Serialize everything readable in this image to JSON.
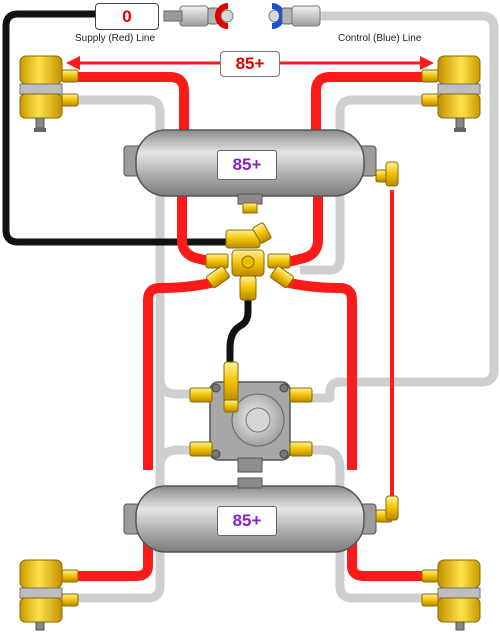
{
  "readouts": {
    "supply_value": "0",
    "line_pressure": "85+"
  },
  "labels": {
    "supply_line": "Supply (Red) Line",
    "control_line": "Control (Blue) Line"
  },
  "tanks": {
    "upper_pressure": "85+",
    "lower_pressure": "85+"
  },
  "colors": {
    "supply_line": "#ff1a1a",
    "control_line": "#d0d0d0",
    "black_line": "#111111",
    "brake_chamber": "#f4c400",
    "tank_body": "#b8b8b8",
    "pressure_text": "#8a1fc9",
    "supply_text": "#e10000"
  },
  "icons": [
    "glad-hand-red",
    "glad-hand-blue",
    "brake-chamber",
    "air-tank",
    "relay-valve",
    "tee-fitting",
    "elbow-fitting",
    "double-arrow"
  ]
}
